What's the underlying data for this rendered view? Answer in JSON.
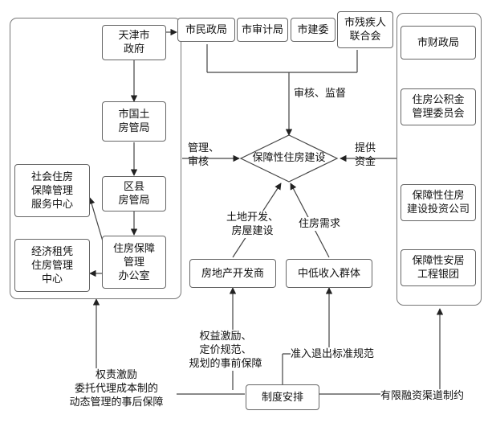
{
  "left_panel": {
    "tianjin_gov": "天津市\n政府",
    "land_bureau": "市国土\n房管局",
    "district_bureau": "区县\n房管局",
    "security_office": "住房保障\n管理\n办公室",
    "social_center": "社会住房\n保障管理\n服务中心",
    "rent_center": "经济租凭\n住房管理\n中心"
  },
  "top_row": {
    "civil_affairs": "市民政局",
    "audit": "市审计局",
    "construction": "市建委",
    "disabled_federation": "市残疾人\n联合会"
  },
  "right_panel": {
    "finance": "市财政局",
    "fund": "住房公积金\n管理委员会",
    "investment": "保障性住房\n建设投资公司",
    "housing_group": "保障性安居\n工程银团"
  },
  "center": {
    "core": "保障性住房建设",
    "review_label": "审核、监督",
    "manage_label": "管理、\n审核",
    "fund_label": "提供\n资金",
    "land_label": "土地开发、\n房屋建设",
    "demand_label": "住房需求"
  },
  "bottom": {
    "developer": "房地产开发商",
    "middle_income": "中低收入群体",
    "institution": "制度安排",
    "incentive_label": "权益激励、\n定价规范、\n规划的事前保障",
    "entry_label": "准入退出标准规范",
    "accountability_label": "权责激励\n委托代理成本制的\n动态管理的事后保障",
    "financing_label": "有限融资渠道制约"
  }
}
